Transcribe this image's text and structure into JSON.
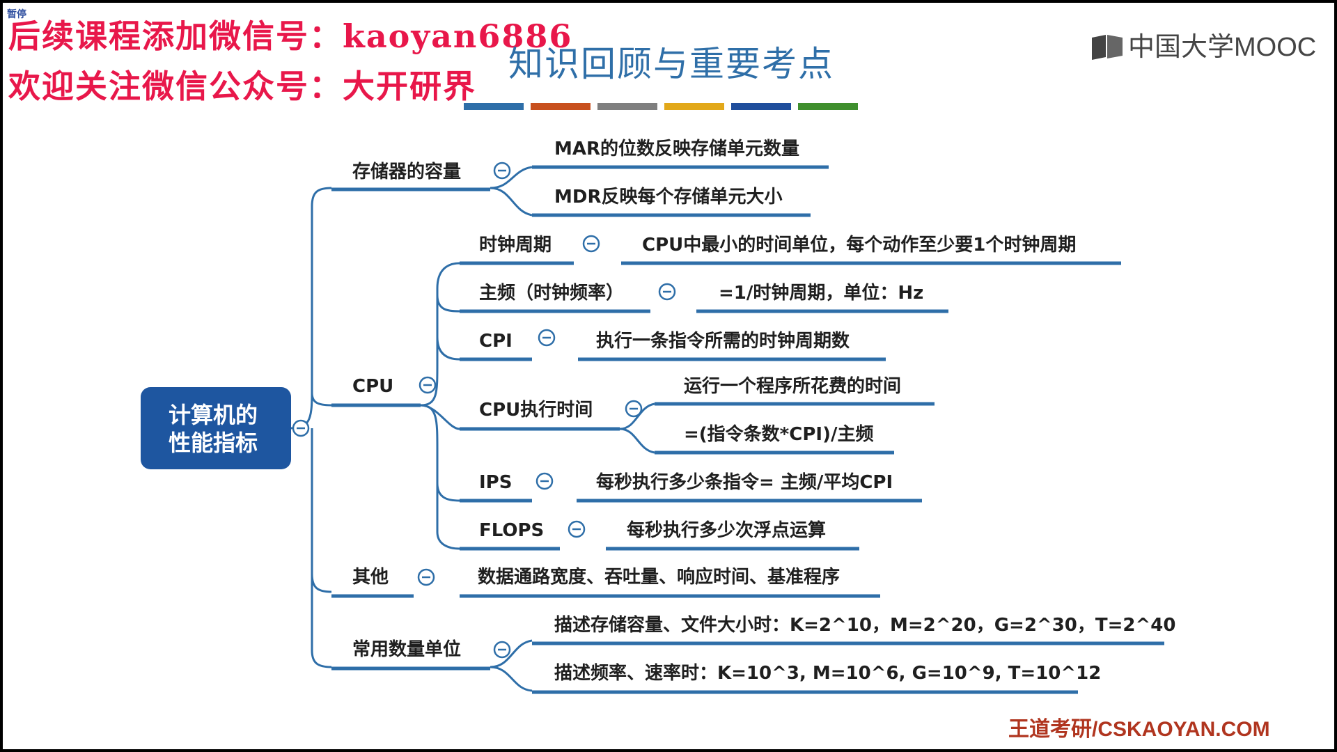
{
  "overlay": {
    "pause_label": "暂停",
    "watermark_line1": "后续课程添加微信号：kaoyan6886",
    "watermark_line2": "欢迎关注微信公众号：大开研界"
  },
  "header": {
    "title": "知识回顾与重要考点",
    "brand": "中国大学MOOC",
    "color_bar": [
      "#2e6ea8",
      "#c8501e",
      "#7f7f7f",
      "#e2a81a",
      "#1f4e9c",
      "#3f8f2e"
    ]
  },
  "mindmap": {
    "root": {
      "line1": "计算机的",
      "line2": "性能指标"
    },
    "capacity": {
      "label": "存储器的容量",
      "items": [
        "MAR的位数反映存储单元数量",
        "MDR反映每个存储单元大小"
      ]
    },
    "cpu": {
      "label": "CPU",
      "clock_cycle": {
        "label": "时钟周期",
        "desc": "CPU中最小的时间单位，每个动作至少要1个时钟周期"
      },
      "frequency": {
        "label": "主频（时钟频率）",
        "desc": "=1/时钟周期，单位：Hz"
      },
      "cpi": {
        "label": "CPI",
        "desc": "执行一条指令所需的时钟周期数"
      },
      "exec_time": {
        "label": "CPU执行时间",
        "desc1": "运行一个程序所花费的时间",
        "desc2": "=(指令条数*CPI)/主频"
      },
      "ips": {
        "label": "IPS",
        "desc": "每秒执行多少条指令= 主频/平均CPI"
      },
      "flops": {
        "label": "FLOPS",
        "desc": "每秒执行多少次浮点运算"
      }
    },
    "other": {
      "label": "其他",
      "desc": "数据通路宽度、吞吐量、响应时间、基准程序"
    },
    "units": {
      "label": "常用数量单位",
      "items": [
        "描述存储容量、文件大小时：K=2^10，M=2^20，G=2^30，T=2^40",
        "描述频率、速率时：K=10^3, M=10^6, G=10^9, T=10^12"
      ]
    }
  },
  "footer": {
    "brand": "王道考研/CSKAOYAN.COM"
  },
  "colors": {
    "branch": "#2e6ea8",
    "root_fill": "#1e56a0",
    "watermark": "#e8174a",
    "footer": "#b0351f"
  }
}
